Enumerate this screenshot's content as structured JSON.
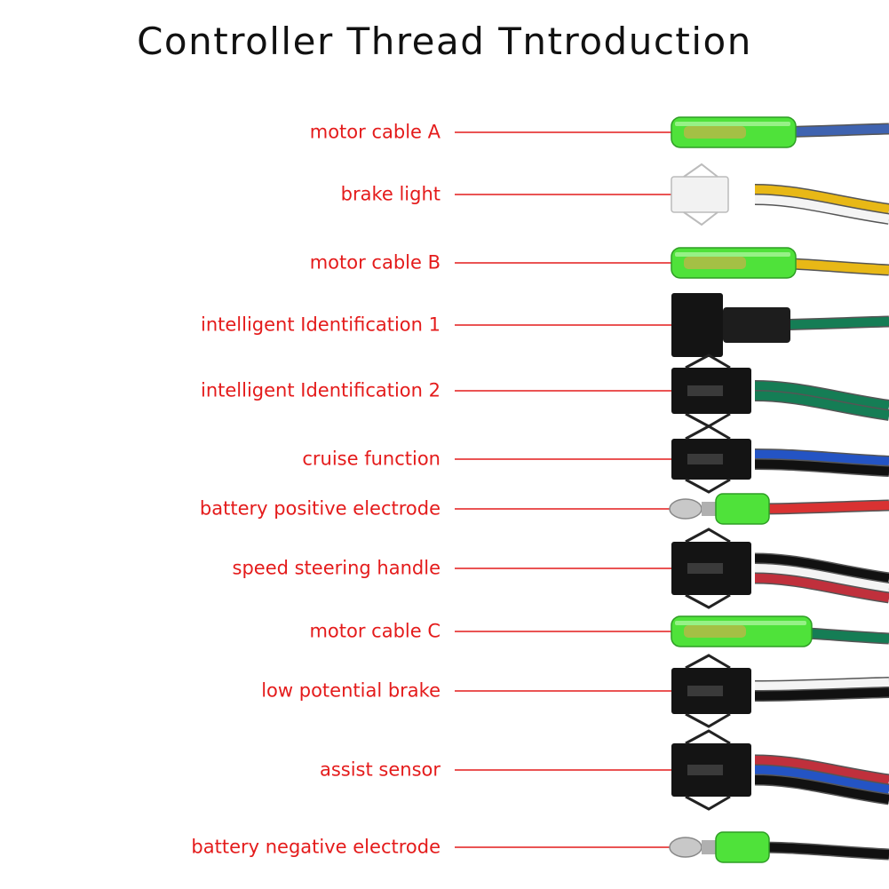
{
  "title": "Controller Thread Tntroduction",
  "colors": {
    "label": "#e41b1b",
    "leader": "#e41b1b",
    "green_sleeve": "#4fe23a",
    "black_connector": "#141414",
    "white_connector": "#f2f2f2"
  },
  "items": [
    {
      "label": "motor cable A",
      "connector": "green-sleeve",
      "wires": [
        "#3f63b0"
      ]
    },
    {
      "label": "brake light",
      "connector": "white-plug",
      "wires": [
        "#e8b816",
        "#f4f4f4"
      ]
    },
    {
      "label": "motor cable B",
      "connector": "green-sleeve",
      "wires": [
        "#e8b816"
      ]
    },
    {
      "label": "intelligent Identification 1",
      "connector": "black-housing",
      "wires": [
        "#157d55"
      ]
    },
    {
      "label": "intelligent Identification 2",
      "connector": "black-plug",
      "wires": [
        "#157d55",
        "#157d55"
      ]
    },
    {
      "label": "cruise function",
      "connector": "black-plug-small",
      "wires": [
        "#2454c4",
        "#111111"
      ]
    },
    {
      "label": "battery positive electrode",
      "connector": "bullet-green",
      "wires": [
        "#d93232"
      ]
    },
    {
      "label": "speed steering handle",
      "connector": "black-plug-3",
      "wires": [
        "#111111",
        "#f4f4f4",
        "#c0303c"
      ]
    },
    {
      "label": "motor cable C",
      "connector": "green-sleeve-long",
      "wires": [
        "#157d55"
      ]
    },
    {
      "label": "low potential brake",
      "connector": "black-plug",
      "wires": [
        "#f4f4f4",
        "#111111"
      ]
    },
    {
      "label": "assist sensor",
      "connector": "black-plug-3",
      "wires": [
        "#c0303c",
        "#2454c4",
        "#111111"
      ]
    },
    {
      "label": "battery negative electrode",
      "connector": "bullet-green",
      "wires": [
        "#111111"
      ]
    }
  ]
}
